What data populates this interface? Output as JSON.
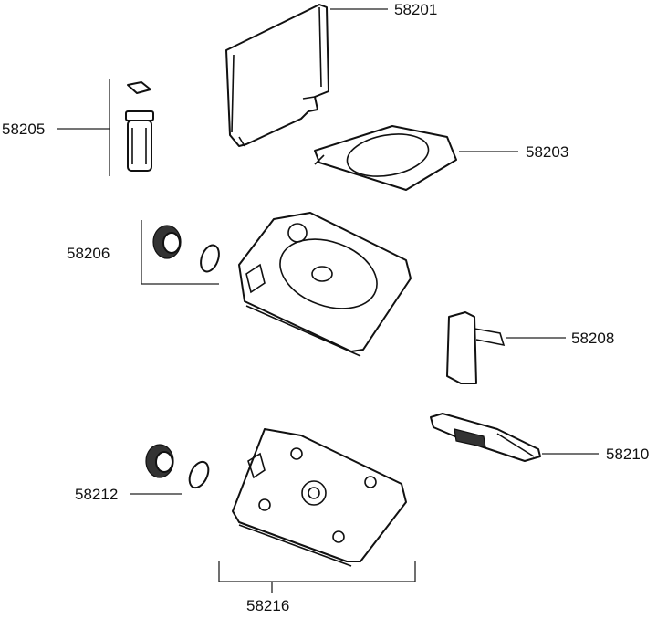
{
  "diagram": {
    "labels": {
      "p58201": "58201",
      "p58203": "58203",
      "p58205": "58205",
      "p58206": "58206",
      "p58208": "58208",
      "p58210": "58210",
      "p58212": "58212",
      "p58216": "58216"
    }
  }
}
